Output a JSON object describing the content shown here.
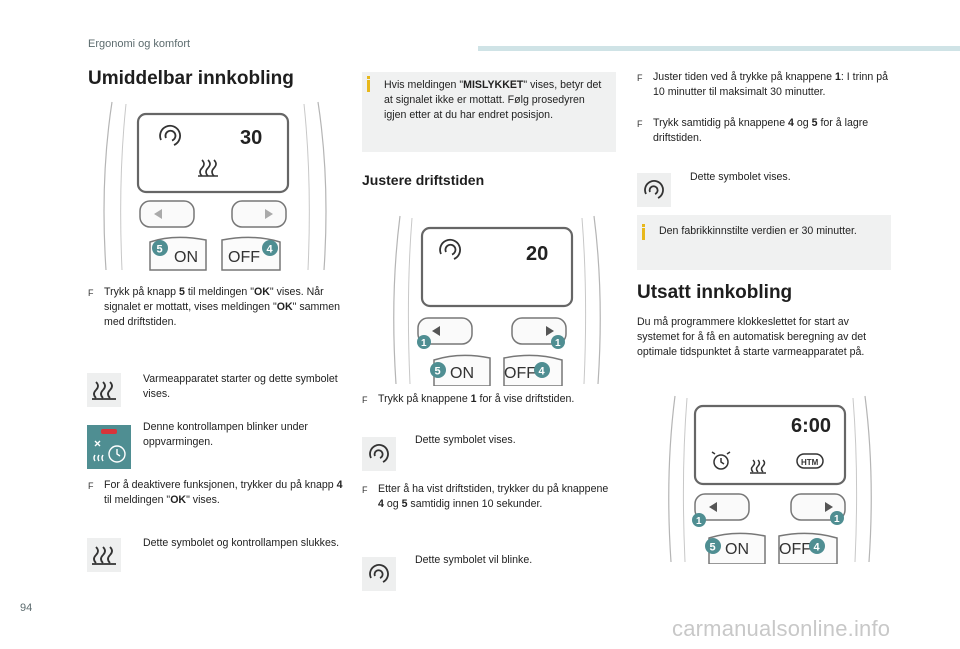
{
  "header": {
    "section": "Ergonomi og komfort"
  },
  "page_number": "94",
  "watermark": "carmanualsonline.info",
  "col1": {
    "title": "Umiddelbar innkobling",
    "remote": {
      "display": "30",
      "on": "ON",
      "off": "OFF",
      "k5": "5",
      "k4": "4"
    },
    "b1_pre": "Trykk på knapp ",
    "b1_k": "5",
    "b1_mid": " til meldingen \"",
    "b1_ok": "OK",
    "b1_post": "\" vises. Når signalet er mottatt, vises meldingen \"",
    "b1_ok2": "OK",
    "b1_end": "\" sammen med driftstiden.",
    "i1": "Varmeapparatet starter og dette symbolet vises.",
    "i2": "Denne kontrollampen blinker under oppvarmingen.",
    "b2_pre": "For å deaktivere funksjonen, trykker du på knapp ",
    "b2_k": "4",
    "b2_mid": " til meldingen \"",
    "b2_ok": "OK",
    "b2_end": "\" vises.",
    "i3": "Dette symbolet og kontrollampen slukkes."
  },
  "col2": {
    "note_pre": "Hvis meldingen \"",
    "note_bold": "MISLYKKET",
    "note_post": "\" vises, betyr det at signalet ikke er mottatt. Følg prosedyren igjen etter at du har endret posisjon.",
    "title": "Justere driftstiden",
    "remote": {
      "display": "20",
      "on": "ON",
      "off": "OFF",
      "k5": "5",
      "k4": "4",
      "k1": "1"
    },
    "b1_pre": "Trykk på knappene ",
    "b1_k": "1",
    "b1_end": " for å vise driftstiden.",
    "i1": "Dette symbolet vises.",
    "b2_pre": "Etter å ha vist driftstiden, trykker du på knappene ",
    "b2_k1": "4",
    "b2_mid": " og ",
    "b2_k2": "5",
    "b2_end": " samtidig innen 10 sekunder.",
    "i2": "Dette symbolet vil blinke."
  },
  "col3": {
    "b1_pre": "Juster tiden ved å trykke på knappene ",
    "b1_k": "1",
    "b1_end": ": I trinn på 10 minutter til maksimalt 30 minutter.",
    "b2_pre": "Trykk samtidig på knappene ",
    "b2_k1": "4",
    "b2_mid": " og ",
    "b2_k2": "5",
    "b2_end": " for å lagre driftstiden.",
    "i1": "Dette symbolet vises.",
    "note": "Den fabrikkinnstilte verdien er 30 minutter.",
    "title": "Utsatt innkobling",
    "para": "Du må programmere klokkeslettet for start av systemet for å få en automatisk beregning av det optimale tidspunktet å starte varmeapparatet på.",
    "remote": {
      "display": "6:00",
      "htm": "HTM",
      "on": "ON",
      "off": "OFF",
      "k5": "5",
      "k4": "4",
      "k1": "1"
    }
  },
  "colors": {
    "teal": "#4f8e92",
    "note_bg": "#f0f1f1",
    "accent": "#e8b81c"
  }
}
